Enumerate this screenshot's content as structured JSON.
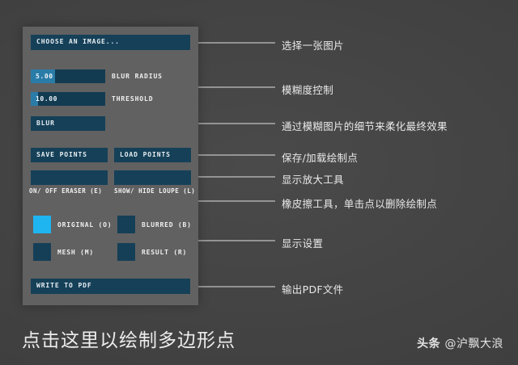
{
  "panel": {
    "choose_image_button": "CHOOSE AN IMAGE...",
    "sliders": [
      {
        "value": "5.00",
        "label": "BLUR RADIUS",
        "fill_percent": 33
      },
      {
        "value": "10.00",
        "label": "THRESHOLD",
        "fill_percent": 10
      }
    ],
    "blur_button": "BLUR",
    "save_points_button": "SAVE POINTS",
    "load_points_button": "LOAD POINTS",
    "eraser_caption": "ON/ OFF ERASER (E)",
    "loupe_caption": "SHOW/ HIDE LOUPE (L)",
    "display_toggles": [
      {
        "label": "ORIGINAL (O)",
        "active": true
      },
      {
        "label": "BLURRED (B)",
        "active": false
      },
      {
        "label": "MESH (M)",
        "active": false
      },
      {
        "label": "RESULT (R)",
        "active": false
      }
    ],
    "write_pdf_button": "WRITE TO PDF"
  },
  "annotations": [
    {
      "text": "选择一张图片"
    },
    {
      "text": "模糊度控制"
    },
    {
      "text": "通过模糊图片的细节来柔化最终效果"
    },
    {
      "text": "保存/加载绘制点"
    },
    {
      "text": "显示放大工具"
    },
    {
      "text": "橡皮擦工具，单击点以删除绘制点"
    },
    {
      "text": "显示设置"
    },
    {
      "text": "输出PDF文件"
    }
  ],
  "bottom_caption": "点击这里以绘制多边形点",
  "watermark": {
    "brand": "头条",
    "handle": "@沪飘大浪"
  },
  "colors": {
    "background": "#434343",
    "panel": "#616161",
    "button": "#154058",
    "slider_fill": "#2a7ca8",
    "active_swatch": "#1eb5f0",
    "line": "#e0e0e0",
    "text": "#eceff1"
  }
}
